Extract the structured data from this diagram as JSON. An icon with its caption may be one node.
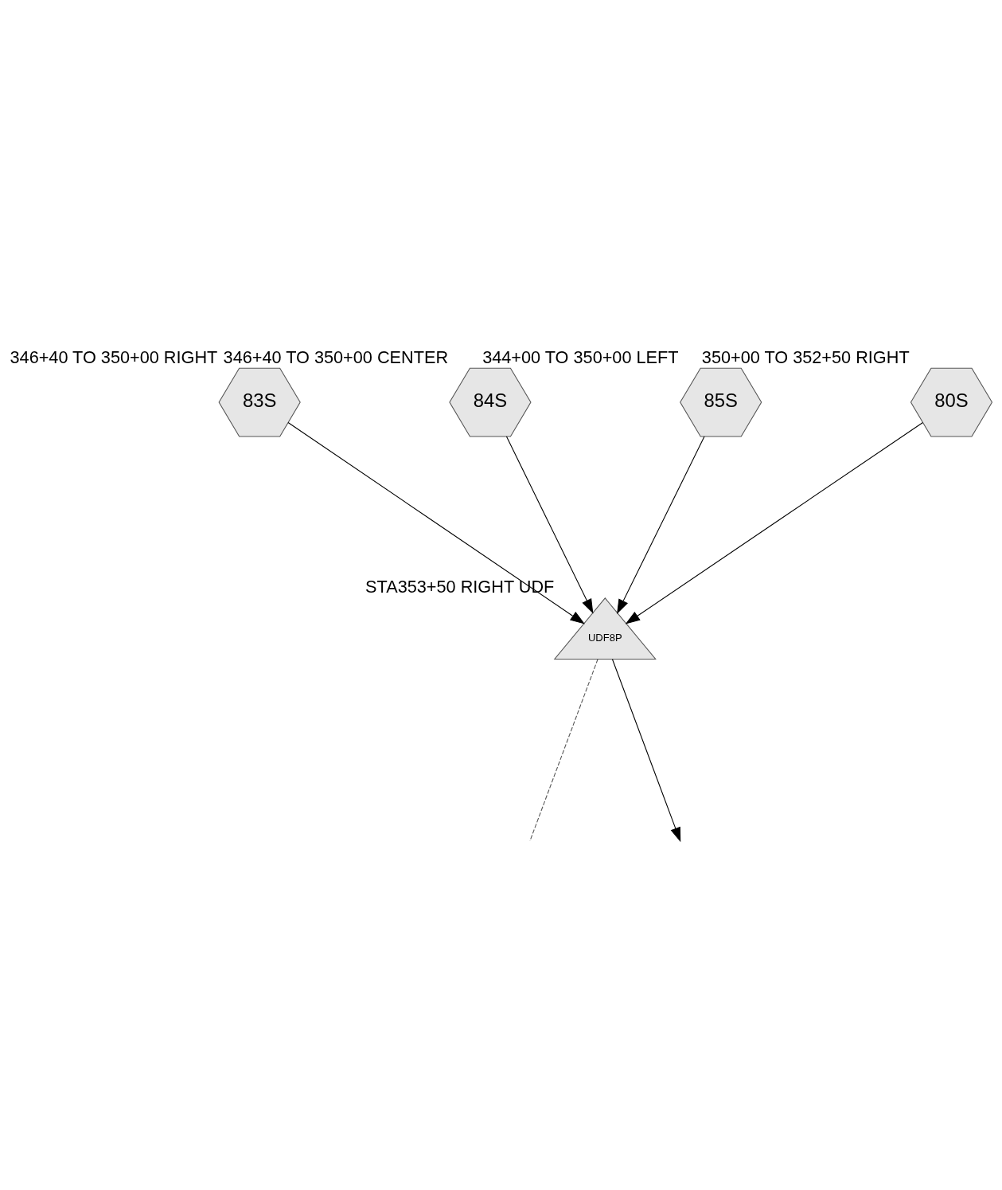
{
  "diagram": {
    "nodes": [
      {
        "text": [
          "80S"
        ],
        "beside": [
          "350+00 TO 352+50 RIGHT"
        ]
      },
      {
        "text": [
          "85S"
        ],
        "beside": [
          "344+00 TO 350+00 LEFT"
        ]
      },
      {
        "text": [
          "84S"
        ],
        "beside": [
          "346+40 TO 350+00 CENTER"
        ]
      },
      {
        "text": [
          "83S"
        ],
        "beside": [
          "346+40 TO 350+00 RIGHT"
        ]
      },
      {
        "text": [
          "UDF8P"
        ],
        "beside": [
          "STA353+50 RIGHT UDF"
        ]
      }
    ],
    "edges": [
      {
        "from": 0,
        "to": 4,
        "arrow": "to"
      },
      {
        "from": 1,
        "to": 4,
        "arrow": "to"
      },
      {
        "from": 2,
        "to": 4,
        "arrow": "to"
      },
      {
        "from": 3,
        "to": 4,
        "arrow": "to"
      },
      {
        "from": 4,
        "to": null,
        "arrow": "none",
        "style": "dashed",
        "color": "#555555"
      },
      {
        "from": 4,
        "to": null,
        "arrow": "to"
      }
    ]
  }
}
